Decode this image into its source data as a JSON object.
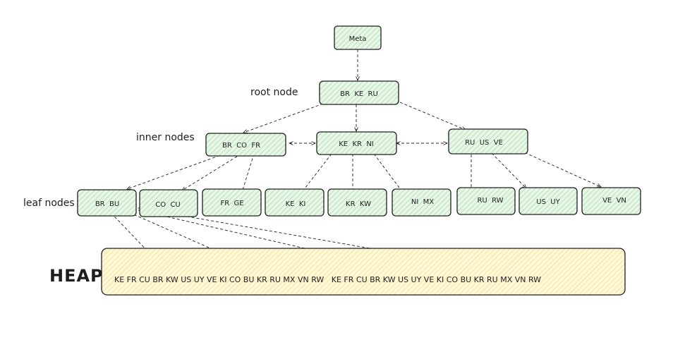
{
  "labels": {
    "root": "root node",
    "inner": "inner nodes",
    "leaf": "leaf nodes",
    "heap": "HEAP"
  },
  "meta": {
    "text": "Meta"
  },
  "root": {
    "text": "BR  KE  RU"
  },
  "inner": [
    {
      "text": "BR  CO  FR"
    },
    {
      "text": "KE  KR  NI"
    },
    {
      "text": "RU  US  VE"
    }
  ],
  "leaves": [
    {
      "text": "BR  BU"
    },
    {
      "text": "CO  CU"
    },
    {
      "text": "FR  GE"
    },
    {
      "text": "KE  KI"
    },
    {
      "text": "KR  KW"
    },
    {
      "text": "NI  MX"
    },
    {
      "text": "RU  RW"
    },
    {
      "text": "US  UY"
    },
    {
      "text": "VE  VN"
    }
  ],
  "heap": {
    "text": "KE FR CU BR KW US UY VE KI CO BU KR RU MX VN RW   KE FR CU BR KW US UY VE KI CO BU KR RU MX VN RW"
  },
  "colors": {
    "node_fill": "#d9f2d9",
    "heap_fill": "#fff3bf",
    "stroke": "#1e1e1e"
  }
}
